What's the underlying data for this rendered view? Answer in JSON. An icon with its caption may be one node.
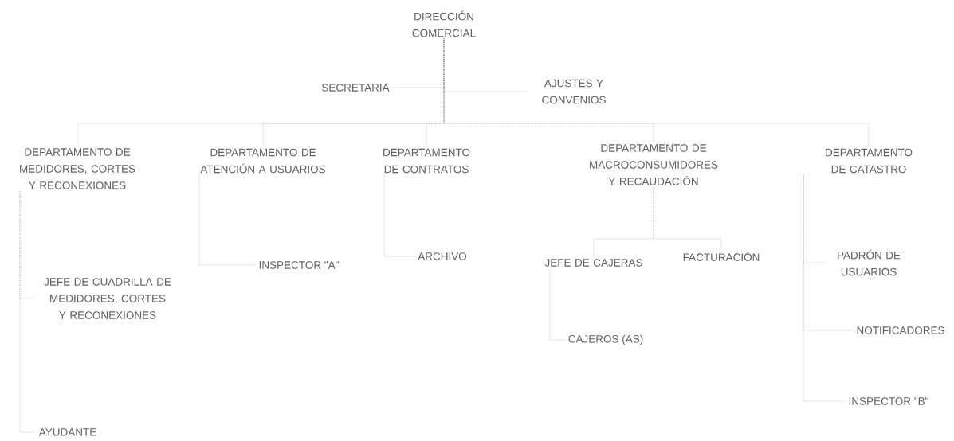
{
  "diagram": {
    "nodes": [
      {
        "text": [
          "DIRECCIÓN COMERCIAL"
        ]
      },
      {
        "text": [
          "SECRETARIA"
        ]
      },
      {
        "text": [
          "AJUSTES Y CONVENIOS"
        ]
      },
      {
        "text": [
          "DEPARTAMENTO DE MEDIDORES, CORTES Y RECONEXIONES"
        ]
      },
      {
        "text": [
          "DEPARTAMENTO DE ATENCIÓN A USUARIOS"
        ]
      },
      {
        "text": [
          "DEPARTAMENTO DE CONTRATOS"
        ]
      },
      {
        "text": [
          "DEPARTAMENTO DE MACROCONSUMIDORES Y RECAUDACIÓN"
        ]
      },
      {
        "text": [
          "DEPARTAMENTO DE CATASTRO"
        ]
      },
      {
        "text": [
          "INSPECTOR \"A\""
        ]
      },
      {
        "text": [
          "ARCHIVO"
        ]
      },
      {
        "text": [
          "JEFE DE CAJERAS"
        ]
      },
      {
        "text": [
          "FACTURACIÓN"
        ]
      },
      {
        "text": [
          "PADRÓN DE USUARIOS"
        ]
      },
      {
        "text": [
          "JEFE DE CUADRILLA DE MEDIDORES, CORTES Y RECONEXIONES"
        ]
      },
      {
        "text": [
          "CAJEROS (AS)"
        ]
      },
      {
        "text": [
          "NOTIFICADORES"
        ]
      },
      {
        "text": [
          "INSPECTOR \"B\""
        ]
      },
      {
        "text": [
          "AYUDANTE"
        ]
      }
    ],
    "edges": [
      {
        "from": 0,
        "to": 1,
        "arrow": "none"
      },
      {
        "from": 0,
        "to": 2,
        "arrow": "none"
      },
      {
        "from": 0,
        "to": 3,
        "arrow": "none"
      },
      {
        "from": 0,
        "to": 4,
        "arrow": "none"
      },
      {
        "from": 0,
        "to": 5,
        "arrow": "none"
      },
      {
        "from": 0,
        "to": 6,
        "arrow": "none"
      },
      {
        "from": 0,
        "to": 7,
        "arrow": "none"
      },
      {
        "from": 3,
        "to": 13,
        "arrow": "none"
      },
      {
        "from": 3,
        "to": 17,
        "arrow": "none"
      },
      {
        "from": 4,
        "to": 8,
        "arrow": "none"
      },
      {
        "from": 5,
        "to": 9,
        "arrow": "none"
      },
      {
        "from": 6,
        "to": 10,
        "arrow": "none"
      },
      {
        "from": 6,
        "to": 11,
        "arrow": "none"
      },
      {
        "from": 10,
        "to": 14,
        "arrow": "none"
      },
      {
        "from": 7,
        "to": 12,
        "arrow": "none"
      },
      {
        "from": 7,
        "to": 15,
        "arrow": "none"
      },
      {
        "from": 7,
        "to": 16,
        "arrow": "none"
      }
    ]
  }
}
